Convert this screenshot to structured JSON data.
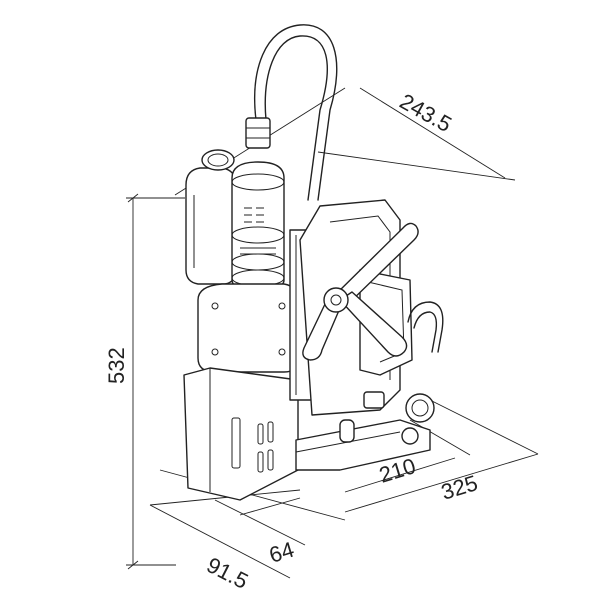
{
  "dimensions": {
    "height": "532",
    "depth_top": "243.5",
    "base_depth": "210",
    "total_depth": "325",
    "offset": "64",
    "width": "91.5"
  },
  "colors": {
    "line": "#222222",
    "background": "#ffffff"
  }
}
